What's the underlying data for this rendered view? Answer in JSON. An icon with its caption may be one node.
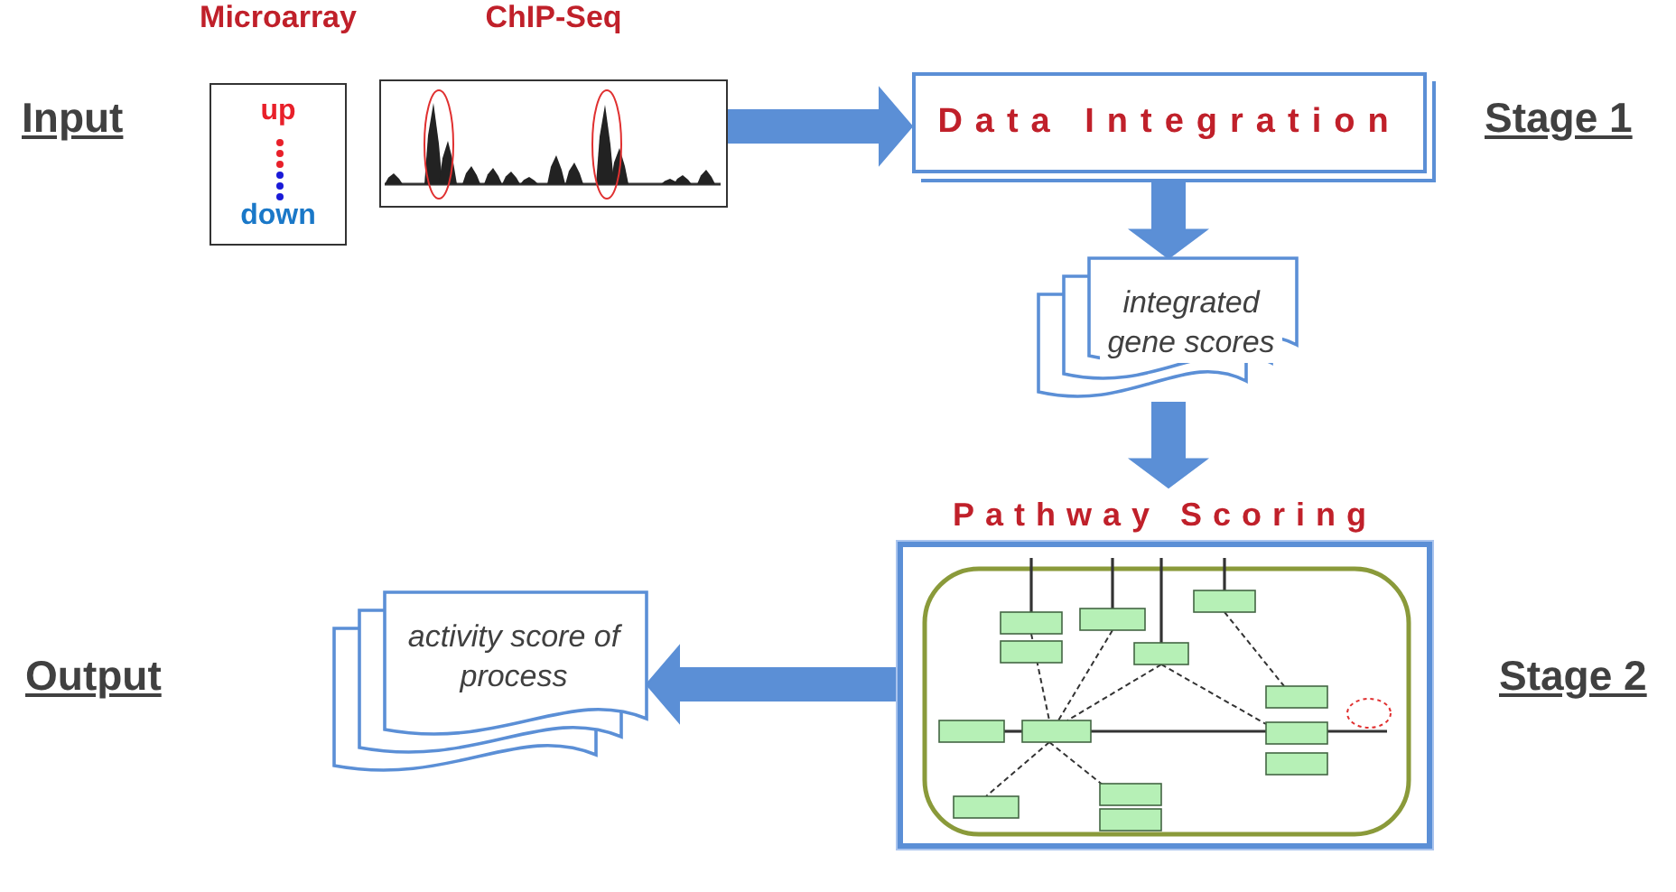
{
  "diagram": {
    "nodes": [
      {
        "text": [
          "Microarray",
          "up",
          "down"
        ]
      },
      {
        "text": [
          "ChIP-Seq"
        ]
      },
      {
        "text": [
          "Data Integration"
        ]
      },
      {
        "text": [
          "integrated gene scores"
        ]
      },
      {
        "text": [
          "Pathway Scoring"
        ]
      },
      {
        "text": [
          "activity score of process"
        ]
      }
    ],
    "edges": [
      {
        "from": 1,
        "to": 2,
        "arrow": "to"
      },
      {
        "from": 2,
        "to": 3,
        "arrow": "to"
      },
      {
        "from": 3,
        "to": 4,
        "arrow": "to"
      },
      {
        "from": 4,
        "to": 5,
        "arrow": "to"
      }
    ],
    "labels": [
      "Input",
      "Stage 1",
      "Output",
      "Stage 2"
    ]
  }
}
